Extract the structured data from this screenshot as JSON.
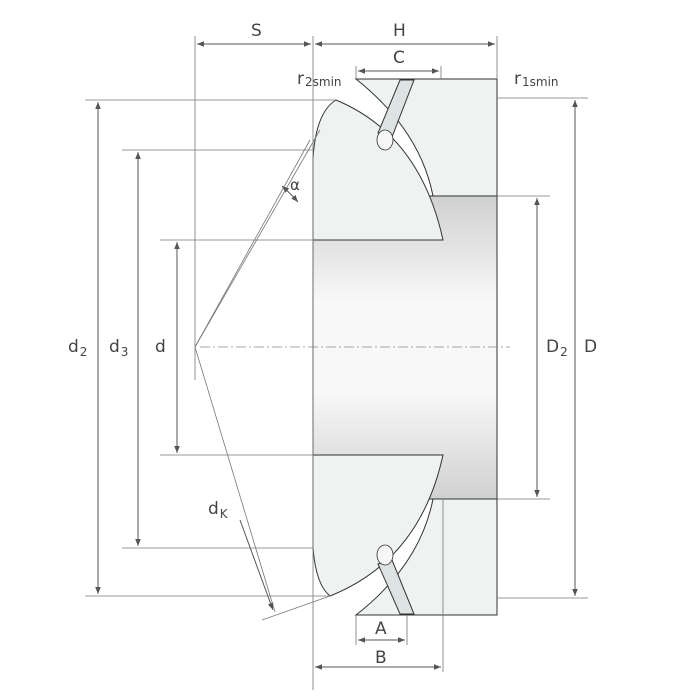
{
  "labels": {
    "S": "S",
    "H": "H",
    "C": "C",
    "r2": "r",
    "r2_sub": "2smin",
    "r1": "r",
    "r1_sub": "1smin",
    "alpha": "α",
    "d2": "d",
    "d2_sub": "2",
    "d3": "d",
    "d3_sub": "3",
    "d": "d",
    "dK": "d",
    "dK_sub": "K",
    "D2": "D",
    "D2_sub": "2",
    "D": "D",
    "A": "A",
    "B": "B"
  },
  "colors": {
    "ring_fill": "#eef2f1",
    "bore_light": "#f7f7f7",
    "bore_dark": "#d2d2d2",
    "stroke": "#333333",
    "dimension": "#555555",
    "text": "#444444"
  }
}
